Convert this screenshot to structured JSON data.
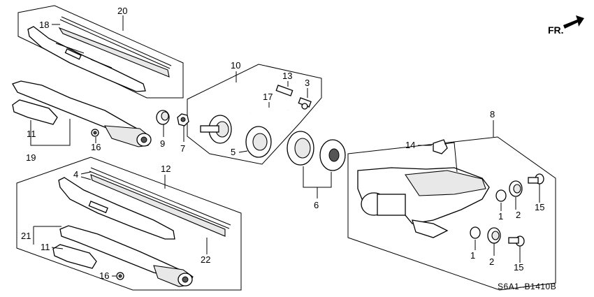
{
  "diagram": {
    "orientation_label": "FR.",
    "diagram_code": "S6A1–B1410B",
    "callouts": {
      "c20": "20",
      "c18": "18",
      "c19": "19",
      "c11a": "11",
      "c16a": "16",
      "c9": "9",
      "c7": "7",
      "c10": "10",
      "c13": "13",
      "c3": "3",
      "c17": "17",
      "c5": "5",
      "c6": "6",
      "c8": "8",
      "c14": "14",
      "c1a": "1",
      "c2a": "2",
      "c15a": "15",
      "c1b": "1",
      "c2b": "2",
      "c15b": "15",
      "c12": "12",
      "c4": "4",
      "c21": "21",
      "c11b": "11",
      "c22": "22",
      "c16b": "16"
    }
  }
}
